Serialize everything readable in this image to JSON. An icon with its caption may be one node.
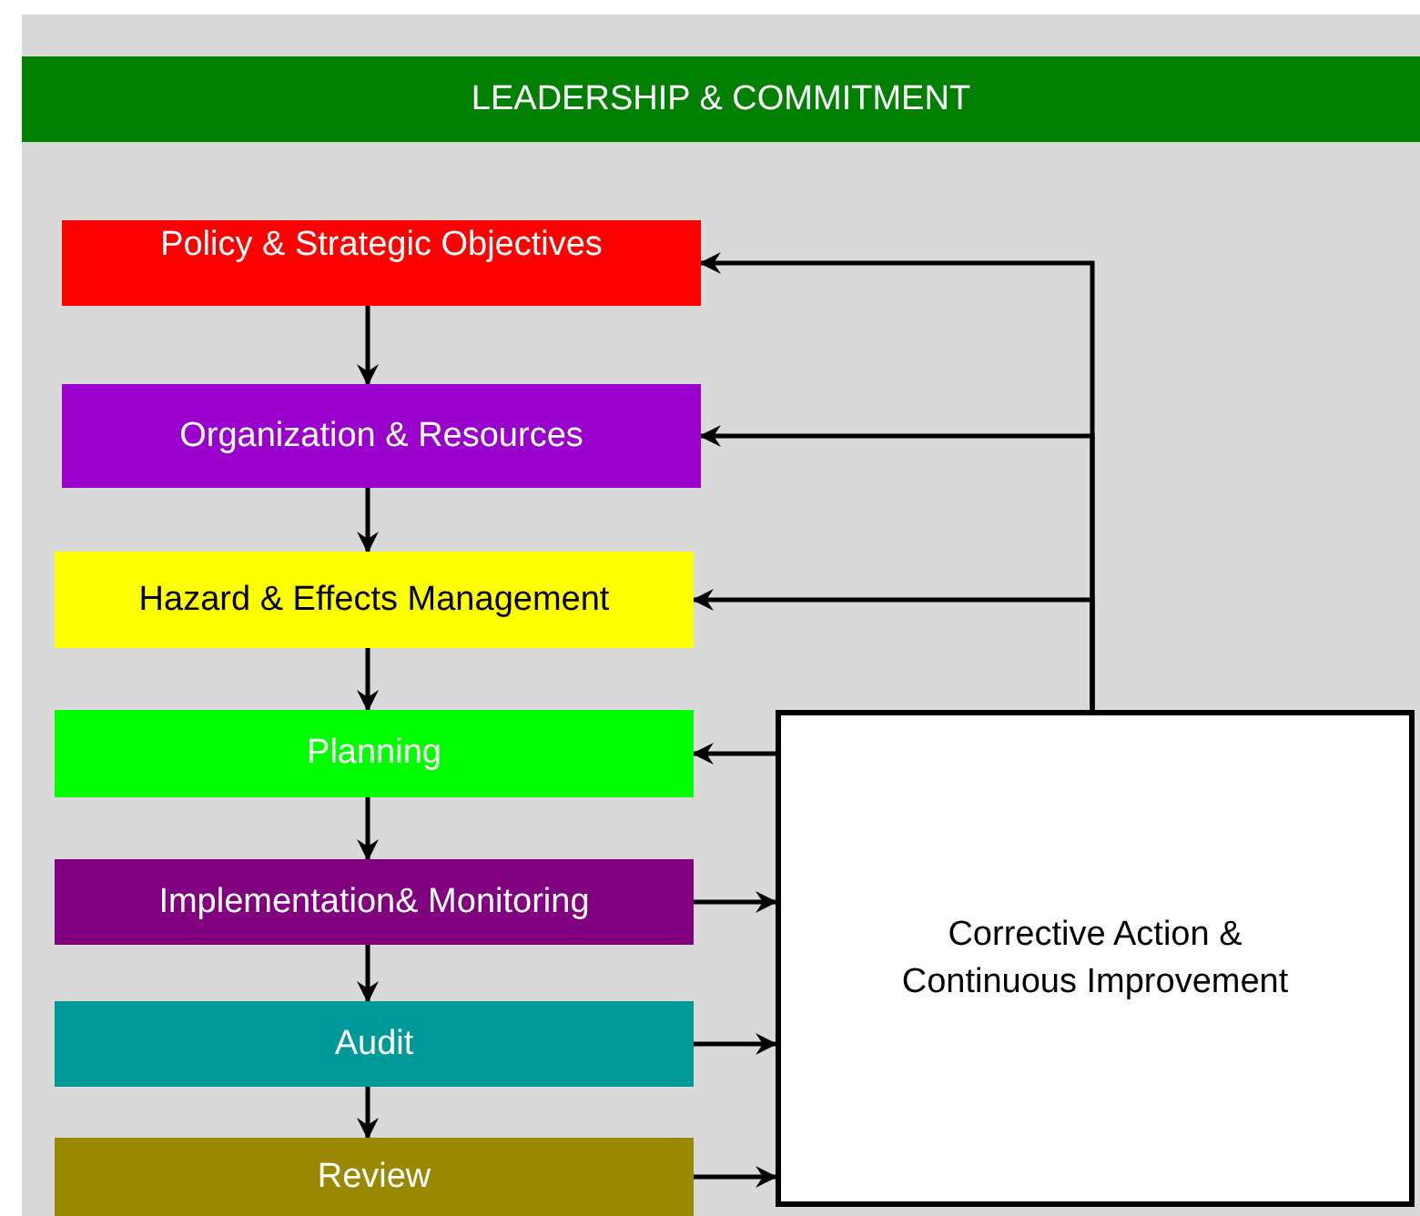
{
  "diagram": {
    "nodes": [
      {
        "text": [
          "LEADERSHIP & COMMITMENT"
        ]
      },
      {
        "text": [
          "Policy & Strategic Objectives"
        ]
      },
      {
        "text": [
          "Organization & Resources"
        ]
      },
      {
        "text": [
          "Hazard & Effects Management"
        ]
      },
      {
        "text": [
          "Planning"
        ]
      },
      {
        "text": [
          "Implementation& Monitoring"
        ]
      },
      {
        "text": [
          "Audit"
        ]
      },
      {
        "text": [
          "Review"
        ]
      },
      {
        "text": [
          "Corrective Action & Continuous Improvement"
        ]
      }
    ],
    "edges": [
      {
        "from": 1,
        "to": 2,
        "arrow": "to"
      },
      {
        "from": 2,
        "to": 3,
        "arrow": "to"
      },
      {
        "from": 3,
        "to": 4,
        "arrow": "to"
      },
      {
        "from": 4,
        "to": 5,
        "arrow": "to"
      },
      {
        "from": 5,
        "to": 6,
        "arrow": "to"
      },
      {
        "from": 6,
        "to": 7,
        "arrow": "to"
      },
      {
        "from": 8,
        "to": 1,
        "arrow": "to"
      },
      {
        "from": 8,
        "to": 2,
        "arrow": "to"
      },
      {
        "from": 8,
        "to": 3,
        "arrow": "to"
      },
      {
        "from": 8,
        "to": 4,
        "arrow": "to"
      },
      {
        "from": 5,
        "to": 8,
        "arrow": "to"
      },
      {
        "from": 6,
        "to": 8,
        "arrow": "to"
      },
      {
        "from": 7,
        "to": 8,
        "arrow": "to"
      }
    ]
  }
}
